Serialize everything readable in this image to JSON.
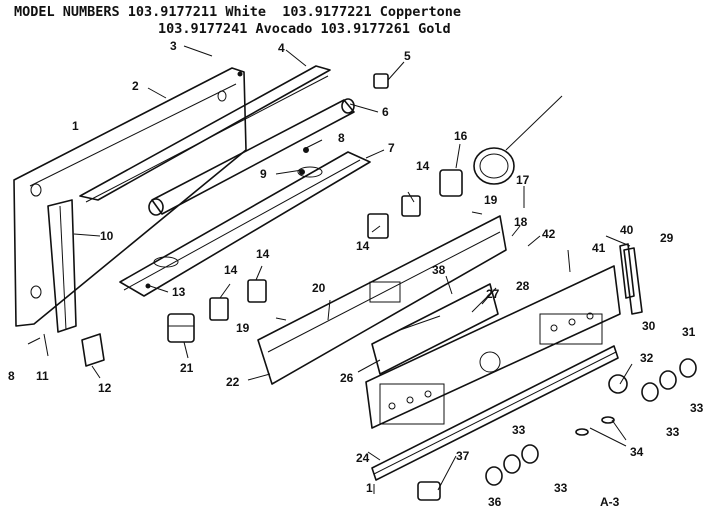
{
  "header": {
    "line1": "MODEL NUMBERS 103.9177211 White  103.9177221 Coppertone",
    "line2": "103.9177241 Avocado 103.9177261 Gold"
  },
  "page_ref": "A-3",
  "callouts": [
    "1",
    "2",
    "3",
    "4",
    "5",
    "6",
    "7",
    "8",
    "9",
    "10",
    "11",
    "12",
    "13",
    "14",
    "16",
    "17",
    "18",
    "19",
    "20",
    "21",
    "22",
    "24",
    "26",
    "27",
    "28",
    "29",
    "30",
    "31",
    "32",
    "33",
    "34",
    "36",
    "37",
    "38",
    "40",
    "41",
    "42"
  ],
  "colors": {
    "ink": "#111111",
    "paper": "#ffffff"
  }
}
